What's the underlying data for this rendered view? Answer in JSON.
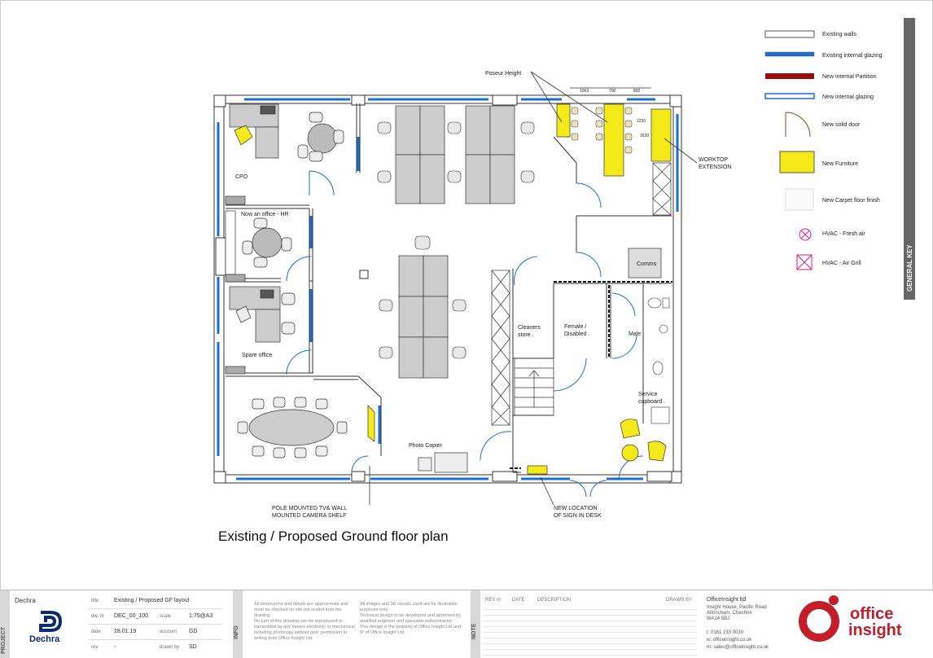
{
  "drawing": {
    "title": "Existing / Proposed Ground floor plan",
    "rooms": {
      "cpo": "CPO",
      "nowan": "Now an office - HR",
      "spare": "Spare office",
      "comms": "Comms",
      "cleaners": "Cleaners\nstore .",
      "female": "Female /\nDisabled .",
      "male": "Male .",
      "service": "Service\ncupboard .",
      "copier": "Photo Copier"
    },
    "annotations": {
      "poseur": "Poseur Height",
      "worktop": "WORKTOP\nEXTENSION",
      "pole": "POLE MOUNTED TV& WALL\nMOUNTED CAMERA SHELF",
      "sign": "NEW LOCATION\nOF SIGN IN DESK",
      "dims": [
        "1063",
        "700",
        "892"
      ],
      "dims_v": [
        "1230",
        "1620"
      ]
    }
  },
  "key": {
    "heading": "GENERAL KEY",
    "items": [
      {
        "label": "Existing walls"
      },
      {
        "label": "Existing internal glazing"
      },
      {
        "label": "New internal Partition"
      },
      {
        "label": "New internal glazing"
      },
      {
        "label": "New solid door"
      },
      {
        "label": "New Furniture"
      },
      {
        "label": "New Carpet floor finish"
      },
      {
        "label": "HVAC - Fresh air"
      },
      {
        "label": "HVAC - Air Grill"
      }
    ],
    "colors": {
      "glazing": "#1a6fd0",
      "partition": "#9a0d0d",
      "furniture": "#f4ea1a",
      "hvac": "#d61f8a"
    }
  },
  "title_block": {
    "project_label": "PROJECT",
    "client": "Dechra",
    "logo_text": "Dechra",
    "fields": {
      "title_label": "title",
      "title": "Existing / Proposed GF layout",
      "dwg_label": "dw. nr",
      "dwg": "DEC_00_100",
      "scale_label": "scale",
      "scale": "1:75@A3",
      "date_label": "date",
      "date": "28.01.19",
      "account_label": "account",
      "account": "GD",
      "rev_label": "rev",
      "rev": "-",
      "drawnby_label": "drawn by",
      "drawnby": "SD"
    },
    "info_label": "INFO",
    "info_col1": "All dimensions and details are approximate and must be checked on site not scaled from the drawing.\nNo part of this drawing can be reproduced or transmitted by any means electronic or mechanical including photocopy without prior permission in writing from Office Insight Ltd.",
    "info_col2": "All images and 3D visuals used are for illustrative purposes only.\nTechnical design to be developed and approved by qualified engineer and specialist subcontractor.\nThis design is the property of Office Insight Ltd and IP of Office Insight Ltd.",
    "note_label": "NOTE",
    "rev_headers": [
      "REV nr",
      "DATE",
      "DESCRIPTION",
      "DRAWN BY"
    ],
    "company": {
      "name": "OfficeInsight ltd",
      "address": "Insight House, Pacific Road\nAltrincham, Cheshire\nWA14 5BJ",
      "tel": "t: 0161 233 0030",
      "web": "w: officeinsight.co.uk",
      "email": "m: sales@officeinsight.co.uk",
      "logo_line1": "office",
      "logo_line2": "insight"
    }
  }
}
